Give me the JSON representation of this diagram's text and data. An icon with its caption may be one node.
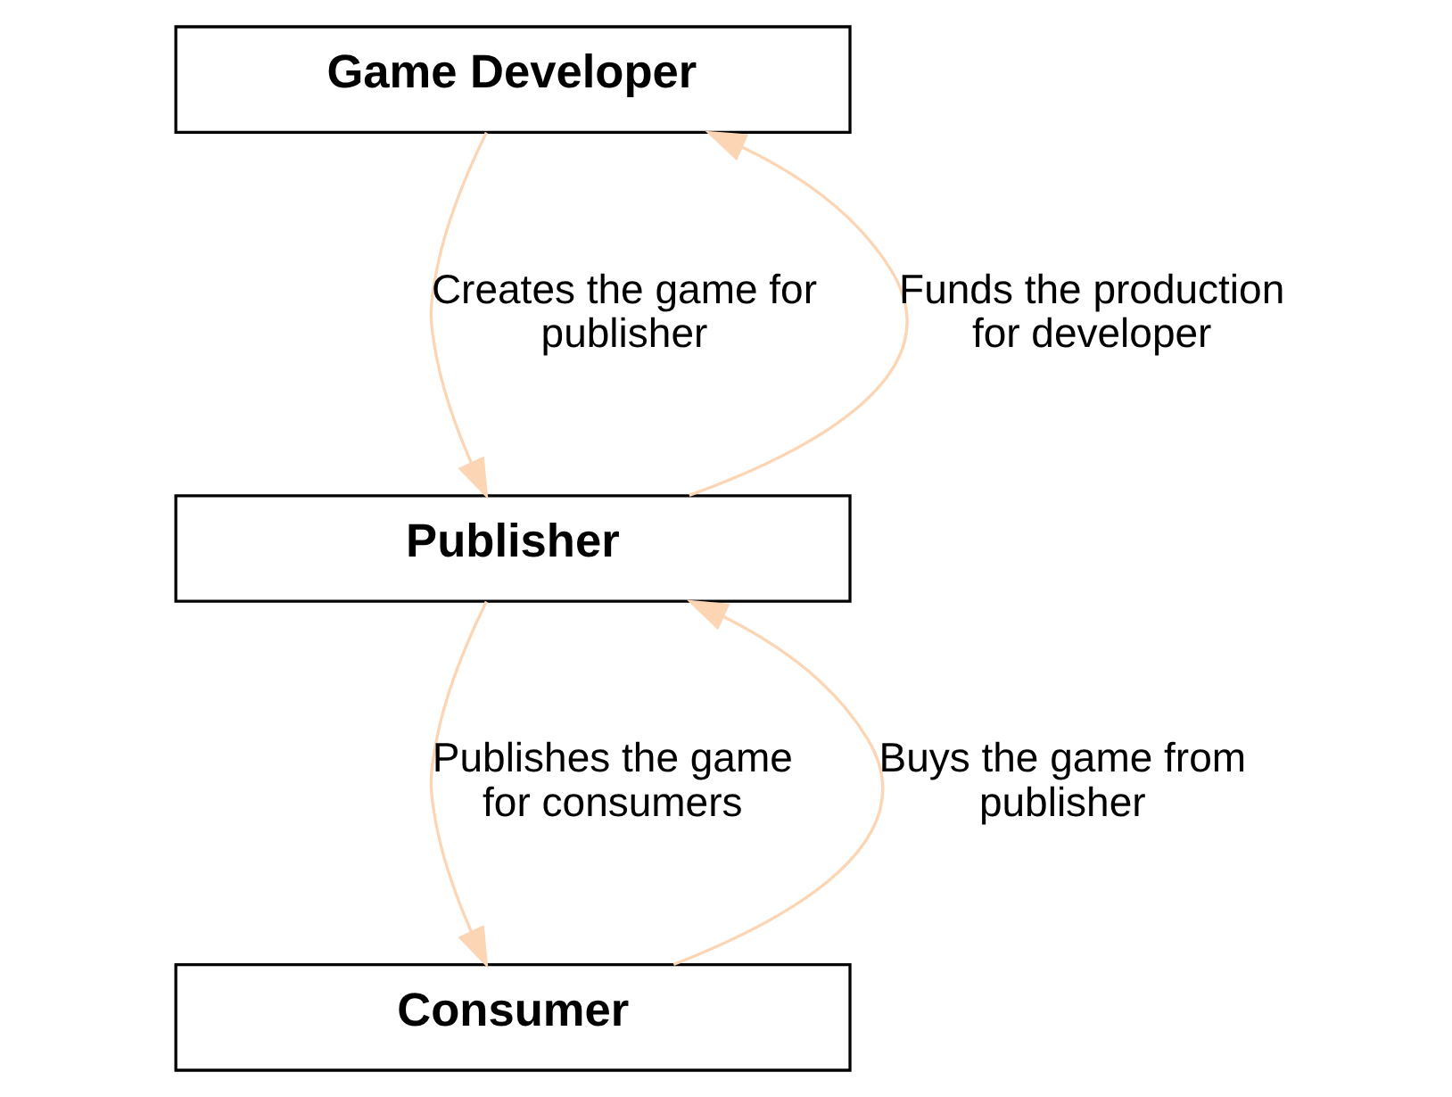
{
  "diagram": {
    "nodes": [
      {
        "text": [
          "Game Developer"
        ]
      },
      {
        "text": [
          "Publisher"
        ]
      },
      {
        "text": [
          "Consumer"
        ]
      }
    ],
    "edges": [
      {
        "from": 1,
        "to": 0,
        "arrow": "to",
        "label": "Funds the production for developer"
      },
      {
        "from": 0,
        "to": 1,
        "arrow": "to",
        "label": "Creates the game for publisher"
      },
      {
        "from": 2,
        "to": 1,
        "arrow": "to",
        "label": "Buys the game from publisher"
      },
      {
        "from": 1,
        "to": 2,
        "arrow": "to",
        "label": "Publishes the game for consumers"
      }
    ]
  }
}
